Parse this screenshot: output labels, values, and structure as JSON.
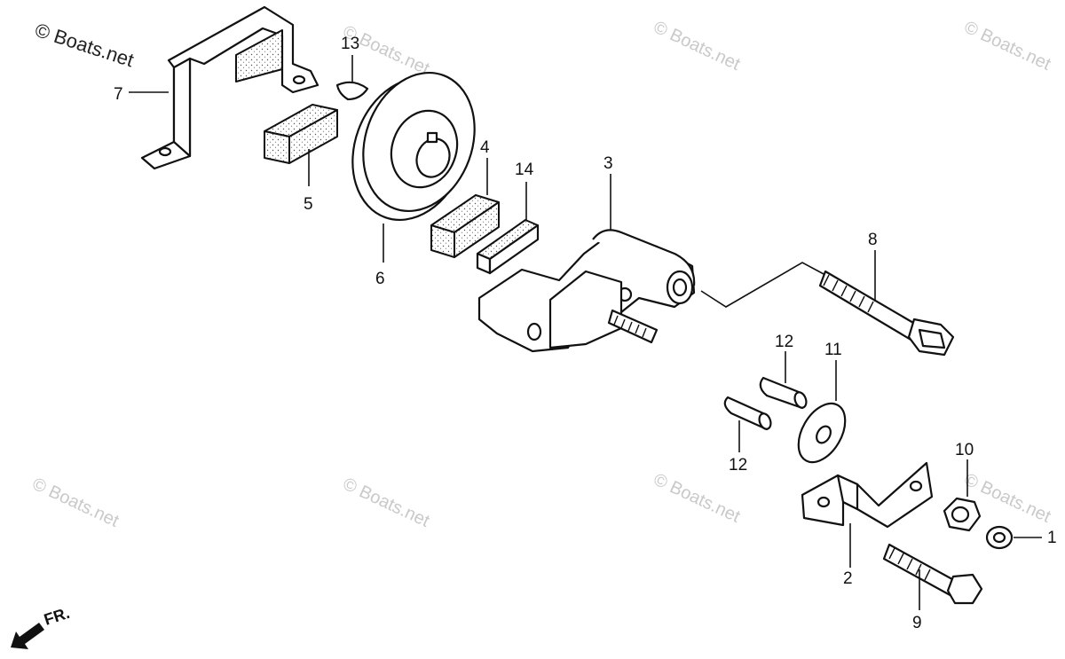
{
  "copyright": "© Boats.net",
  "watermark_text": "© Boats.net",
  "direction_label": "FR.",
  "parts": [
    {
      "id": "7",
      "name": "bracket"
    },
    {
      "id": "13",
      "name": "woodruff-key"
    },
    {
      "id": "5",
      "name": "magnet-block"
    },
    {
      "id": "6",
      "name": "pulley"
    },
    {
      "id": "4",
      "name": "magnet-block"
    },
    {
      "id": "14",
      "name": "plate"
    },
    {
      "id": "3",
      "name": "holder"
    },
    {
      "id": "8",
      "name": "bolt"
    },
    {
      "id": "12a",
      "label": "12",
      "name": "pin"
    },
    {
      "id": "12b",
      "label": "12",
      "name": "pin"
    },
    {
      "id": "11",
      "name": "washer"
    },
    {
      "id": "10",
      "name": "nut"
    },
    {
      "id": "1",
      "name": "washer"
    },
    {
      "id": "2",
      "name": "bracket"
    },
    {
      "id": "9",
      "name": "bolt"
    }
  ]
}
